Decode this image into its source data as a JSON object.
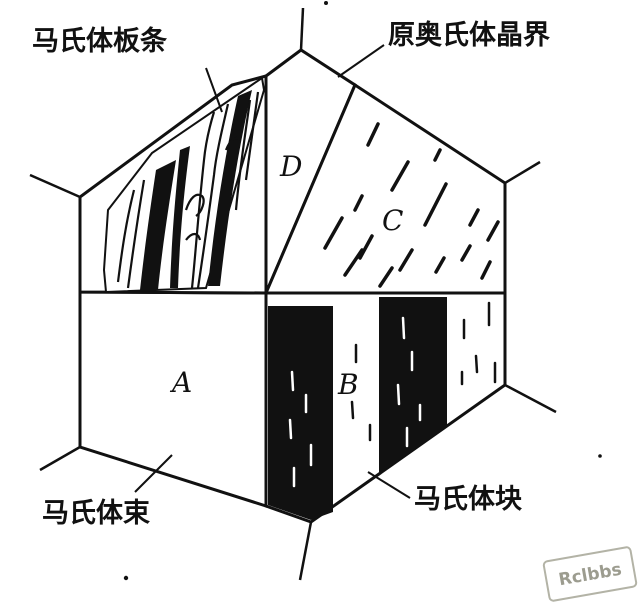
{
  "labels": {
    "lath_martensite": "马氏体板条",
    "prior_austenite_boundary": "原奥氏体晶界",
    "martensite_packet": "马氏体束",
    "martensite_block": "马氏体块"
  },
  "regions": {
    "a": "A",
    "b": "B",
    "c": "C",
    "d": "D"
  },
  "watermark": "Rclbbs",
  "colors": {
    "ink": "#111111",
    "paper": "#ffffff",
    "watermark": "#9c9c8f"
  }
}
